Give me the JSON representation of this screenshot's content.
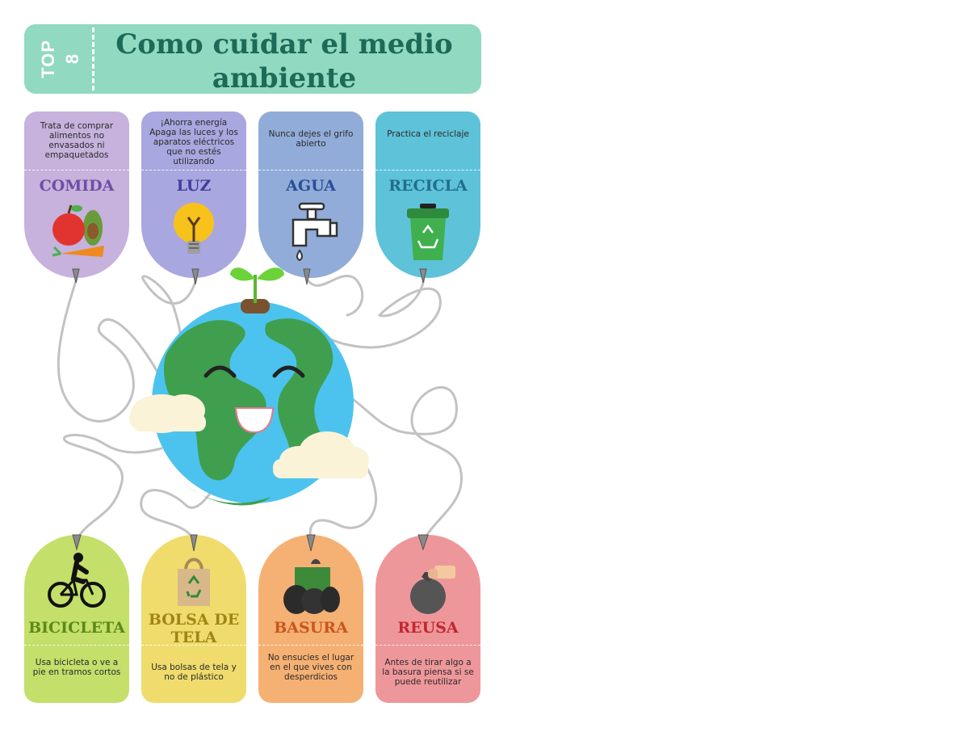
{
  "header": {
    "top_word": "TOP",
    "top_number": "8",
    "title": "Como cuidar el medio ambiente"
  },
  "cards_top": [
    {
      "label": "COMIDA",
      "description": "Trata de comprar alimentos no envasados ni empaquetados",
      "icon": "fruits-vegetables-icon",
      "bg": "#c6b2dc",
      "label_color": "#6d4fa3"
    },
    {
      "label": "LUZ",
      "description": "¡Ahorra energía Apaga las luces y los aparatos eléctricos que no estés utilizando",
      "icon": "light-bulb-icon",
      "bg": "#a9a7df",
      "label_color": "#3f3f9e"
    },
    {
      "label": "AGUA",
      "description": "Nunca dejes el grifo abierto",
      "icon": "water-faucet-icon",
      "bg": "#91acd8",
      "label_color": "#2b4f96"
    },
    {
      "label": "RECICLA",
      "description": "Practica el reciclaje",
      "icon": "recycle-bin-icon",
      "bg": "#5ec2d9",
      "label_color": "#1f6f8c"
    }
  ],
  "cards_bottom": [
    {
      "label": "BICICLETA",
      "description": "Usa bicicleta o ve a pie en tramos cortos",
      "icon": "bicycle-icon",
      "bg": "#c4df6a",
      "label_color": "#5c8a1a"
    },
    {
      "label": "BOLSA DE TELA",
      "description": "Usa bolsas de tela y no de plástico",
      "icon": "cloth-bag-icon",
      "bg": "#efdc6c",
      "label_color": "#a08514"
    },
    {
      "label": "BASURA",
      "description": "No ensucies el lugar en el que vives con desperdicios",
      "icon": "garbage-bags-icon",
      "bg": "#f5b173",
      "label_color": "#c9561e"
    },
    {
      "label": "REUSA",
      "description": "Antes de tirar algo a la basura piensa si se puede reutilizar",
      "icon": "reuse-bag-icon",
      "bg": "#ee979b",
      "label_color": "#c4262e"
    }
  ],
  "center_image": "smiling-earth-with-sprout-icon",
  "colors": {
    "banner": "#91d9c0",
    "title": "#1e6a58",
    "string": "#bdbdbd"
  }
}
